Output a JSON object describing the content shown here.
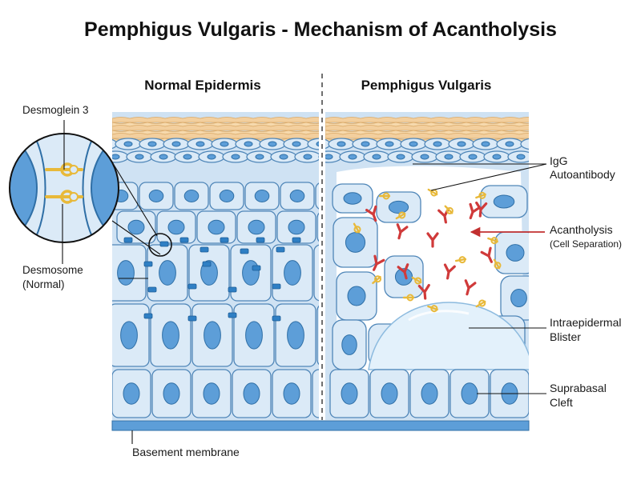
{
  "title": "Pemphigus Vulgaris - Mechanism of Acantholysis",
  "panels": {
    "normal": "Normal Epidermis",
    "disease": "Pemphigus Vulgaris"
  },
  "labels": {
    "desmoglein": "Desmoglein 3",
    "desmosome_line1": "Desmosome",
    "desmosome_line2": "(Normal)",
    "basement": "Basement membrane",
    "igg_line1": "IgG",
    "igg_line2": "Autoantibody",
    "acantholysis": "Acantholysis",
    "acantholysis_sub": "(Cell Separation)",
    "blister_line1": "Intraepidermal",
    "blister_line2": "Blister",
    "cleft_line1": "Suprabasal",
    "cleft_line2": "Cleft"
  },
  "colors": {
    "cell_fill": "#dbeaf7",
    "cell_stroke": "#4f86b8",
    "nucleus": "#5d9ed8",
    "stratum_corneum": "#f3cf9e",
    "desmosome": "#2f7fc4",
    "antibody": "#d03a3a",
    "desmoglein": "#e8b93a",
    "arrow": "#c23030",
    "basement": "#5d9ed8"
  }
}
